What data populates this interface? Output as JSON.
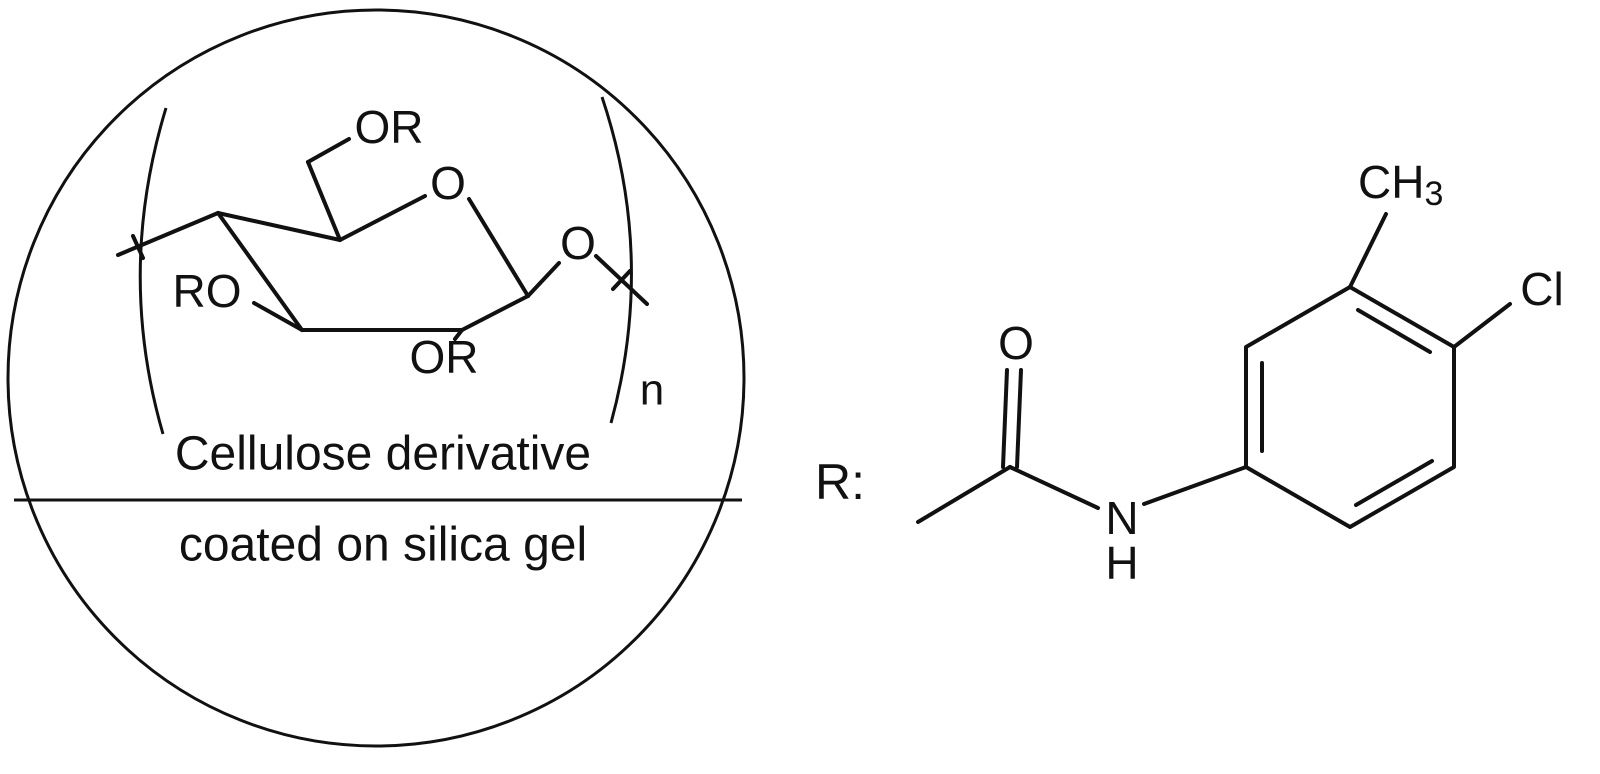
{
  "diagram": {
    "left": {
      "caption_line1": "Cellulose derivative",
      "caption_line2": "coated on silica gel",
      "labels": {
        "or_top": "OR",
        "ring_o": "O",
        "glycosidic_o": "O",
        "ro_left": "RO",
        "or_bottom": "OR",
        "repeat_subscript": "n"
      }
    },
    "right": {
      "r_label": "R:",
      "carbonyl_o": "O",
      "amide_n": "N",
      "amide_h": "H",
      "methyl": {
        "main": "CH",
        "sub": "3"
      },
      "chloro": "Cl"
    },
    "colors": {
      "line": "#111111",
      "background": "#ffffff"
    }
  }
}
